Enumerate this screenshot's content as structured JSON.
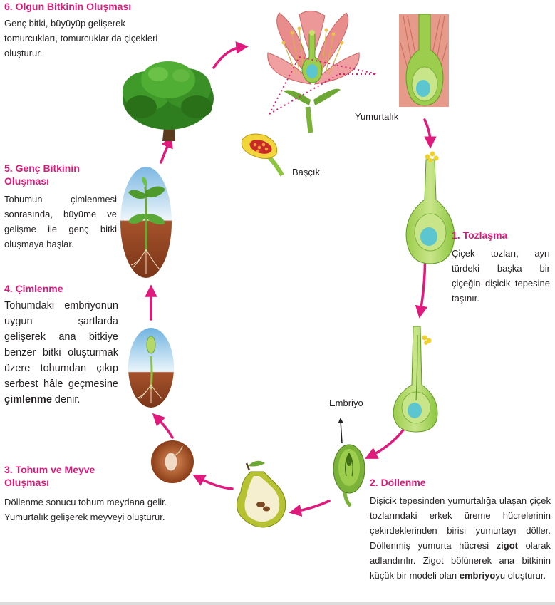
{
  "stages": [
    {
      "id": "olgun",
      "title": "6. Olgun Bitkinin Oluşması",
      "text": "Genç bitki, büyüyüp gelişerek tomurcukları, tomurcuklar da çiçekleri oluşturur."
    },
    {
      "id": "genc",
      "title": "5. Genç Bitkinin Oluşması",
      "text": "Tohumun çimlenmesi sonrasında, büyüme ve gelişme ile genç bitki oluşmaya başlar."
    },
    {
      "id": "cimlenme",
      "title": "4. Çimlenme",
      "text_before": "Tohumdaki embriyonun uygun şartlarda gelişerek ana bitkiye benzer bitki oluşturmak üzere tohumdan çıkıp serbest hâle geçmesine ",
      "text_bold": "çimlenme",
      "text_after": " denir."
    },
    {
      "id": "tohum",
      "title": "3. Tohum ve Meyve Oluşması",
      "text": "Döllenme sonucu tohum meydana gelir. Yumurtalık gelişerek meyveyi oluşturur."
    },
    {
      "id": "tozlasma",
      "title": "1. Tozlaşma",
      "text": "Çiçek tozları, ayrı türdeki başka bir çiçeğin dişicik tepesine taşınır."
    },
    {
      "id": "dollenme",
      "title": "2. Döllenme",
      "text_1": "Dişicik tepesinden yumurtalığa ulaşan çiçek tozlarındaki erkek üreme hücrelerinin çekirdeklerinden birisi yumurtayı döller. Döllenmiş yumurta hücresi ",
      "bold_1": "zigot",
      "text_2": " olarak adlandırılır. Zigot bölünerek ana bitkinin küçük bir modeli olan ",
      "bold_2": "embriyo",
      "text_3": "yu oluşturur."
    }
  ],
  "labels": {
    "yumurtalik": "Yumurtalık",
    "bascik": "Başçık",
    "embriyo": "Embriyo"
  },
  "colors": {
    "accent": "#d81b7a",
    "arrow": "#e0197d",
    "plant_green": "#8cc63f",
    "ovary_teal": "#5cc6d0"
  }
}
